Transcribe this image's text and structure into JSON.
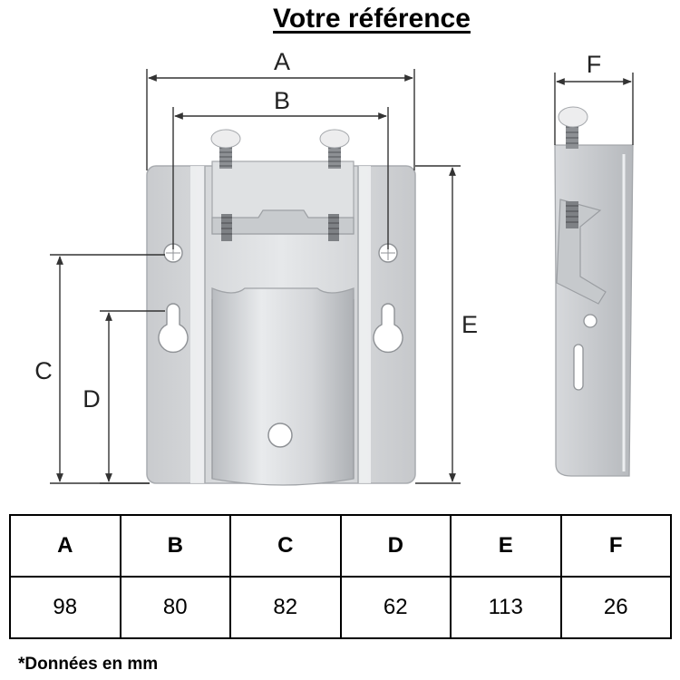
{
  "title": "Votre référence",
  "dimension_labels": {
    "A": "A",
    "B": "B",
    "C": "C",
    "D": "D",
    "E": "E",
    "F": "F"
  },
  "table": {
    "headers": [
      "A",
      "B",
      "C",
      "D",
      "E",
      "F"
    ],
    "values": [
      "98",
      "80",
      "82",
      "62",
      "113",
      "26"
    ]
  },
  "note": "*Données en mm",
  "colors": {
    "metal": "#dcdee0",
    "metal_shade": "#b8bbbe",
    "metal_light": "#eef0f1",
    "dim_line": "#333333"
  }
}
